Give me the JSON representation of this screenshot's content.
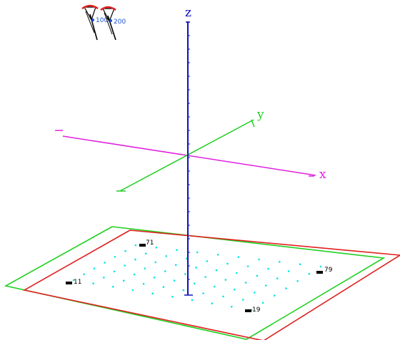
{
  "axes": {
    "x_label": "x",
    "y_label": "y",
    "z_label": "z",
    "x_color": "#e020e0",
    "y_color": "#20d020",
    "z_color": "#1010c0"
  },
  "cameras": [
    {
      "id": "100",
      "label": "100"
    },
    {
      "id": "200",
      "label": "200"
    }
  ],
  "markers": [
    {
      "id": "71",
      "label": "71"
    },
    {
      "id": "11",
      "label": "11"
    },
    {
      "id": "79",
      "label": "79"
    },
    {
      "id": "19",
      "label": "19"
    }
  ],
  "colors": {
    "boundary_outer": "#20d020",
    "boundary_inner": "#e02020",
    "grid_points": "#00e5e5",
    "marker": "#000000",
    "camera_frame": "#e02020",
    "camera_body": "#000000",
    "camera_label": "#1a4fd6"
  }
}
